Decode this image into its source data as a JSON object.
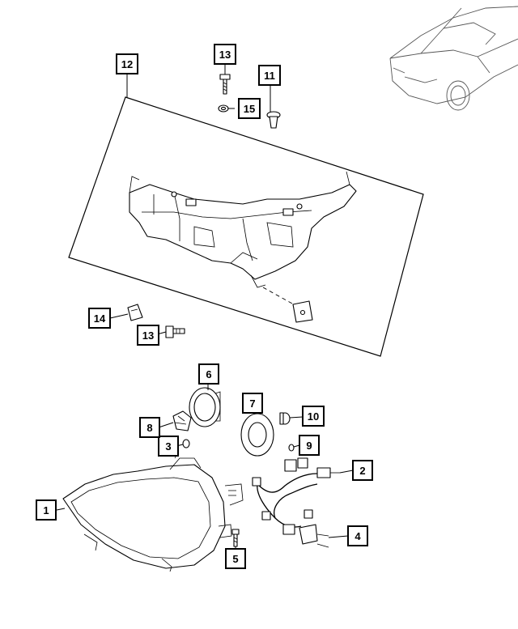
{
  "callouts": {
    "c1": "1",
    "c2": "2",
    "c3": "3",
    "c4": "4",
    "c5": "5",
    "c6": "6",
    "c7": "7",
    "c8": "8",
    "c9": "9",
    "c10": "10",
    "c11": "11",
    "c12": "12",
    "c13_top": "13",
    "c13_mid": "13",
    "c14": "14",
    "c15": "15"
  },
  "parts": {
    "vehicle": "vehicle-reference-icon",
    "bracket": "headlamp-mounting-bracket",
    "headlamp": "headlamp-assembly",
    "harness": "wiring-harness"
  }
}
